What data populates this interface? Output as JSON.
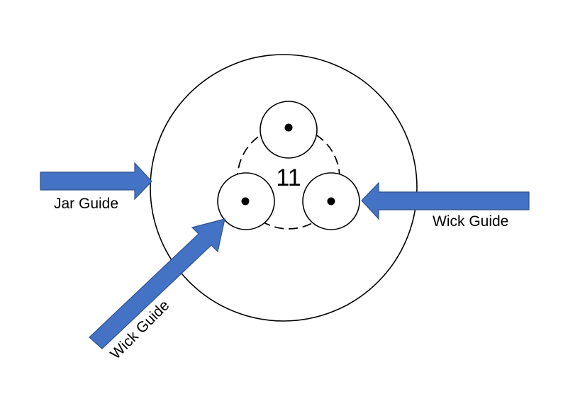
{
  "diagram": {
    "center_number": "11",
    "labels": {
      "jar_guide": "Jar Guide",
      "wick_guide_right": "Wick Guide",
      "wick_guide_bottom": "Wick Guide"
    },
    "colors": {
      "arrow_fill": "#4472C4",
      "arrow_stroke": "#2F528F",
      "line": "#000000",
      "background": "#FFFFFF"
    }
  }
}
